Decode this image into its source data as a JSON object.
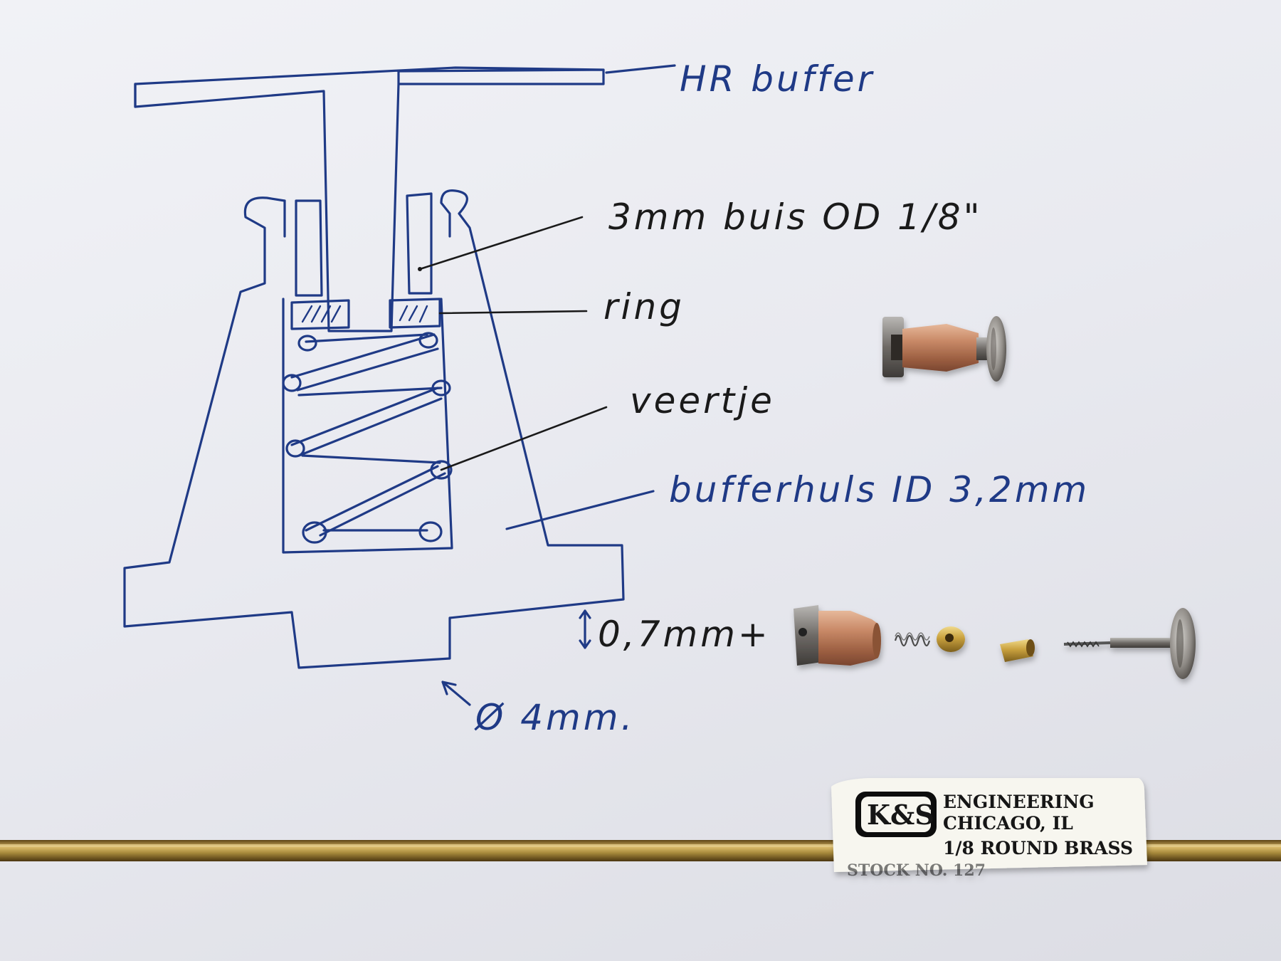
{
  "annotations": {
    "top_label": "HR buffer",
    "tube": "3mm buis OD 1/8\"",
    "ring": "ring",
    "spring": "veertje",
    "housing": "bufferhuls ID 3,2mm",
    "offset": "0,7mm+",
    "diameter": "Ø 4mm."
  },
  "stock_label": {
    "logo": "K&S",
    "line1": "ENGINEERING",
    "line2": "CHICAGO, IL",
    "line3": "1/8 ROUND BRASS",
    "line4": "STOCK NO. 127"
  },
  "colors": {
    "paper": "#eceef3",
    "blue_ink": "#1f3a86",
    "black_ink": "#1a1a1a",
    "brass": "#a88a3c",
    "copper": "#c98a68"
  },
  "parts": [
    "assembled-buffer",
    "buffer-housing",
    "spring",
    "brass-ring",
    "brass-tube-piece",
    "buffer-head-pin"
  ]
}
